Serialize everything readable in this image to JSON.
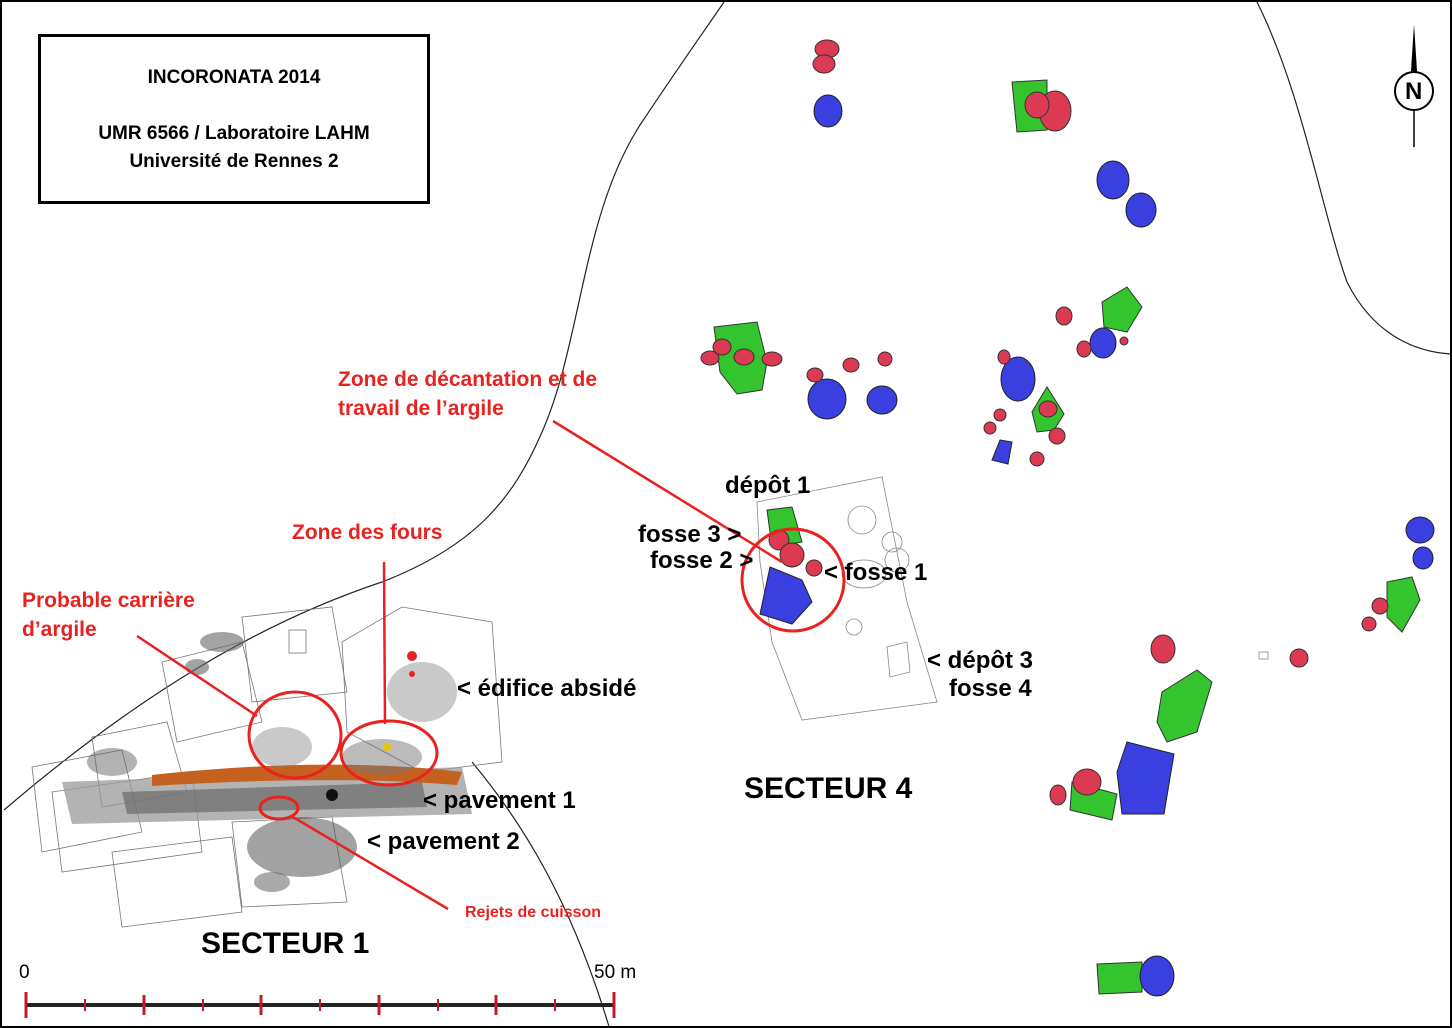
{
  "title_box": {
    "line1": "INCORONATA 2014",
    "line2": "UMR 6566 / Laboratoire LAHM",
    "line3": "Université de Rennes 2"
  },
  "labels": {
    "zone_decantation_1": "Zone de décantation et de",
    "zone_decantation_2": "travail de l’argile",
    "zone_fours": "Zone des fours",
    "carriere_1": "Probable carrière",
    "carriere_2": "d’argile",
    "edifice": "< édifice absidé",
    "pavement1": "< pavement 1",
    "pavement2": "< pavement 2",
    "rejets": "Rejets de cuisson",
    "secteur1": "SECTEUR 1",
    "secteur4": "SECTEUR 4",
    "depot1": "dépôt 1",
    "fosse3": "fosse 3 >",
    "fosse2": "fosse 2 >",
    "fosse1": "< fosse 1",
    "depot3": "< dépôt 3",
    "fosse4": "fosse 4"
  },
  "scale": {
    "start": "0",
    "end": "50 m"
  },
  "north_arrow": {
    "letter": "N"
  },
  "colors": {
    "red": "#e8221f",
    "pit_red": "#dc3a52",
    "pit_blue": "#3a3fe0",
    "pit_green": "#34c52e",
    "ink": "#000000"
  }
}
